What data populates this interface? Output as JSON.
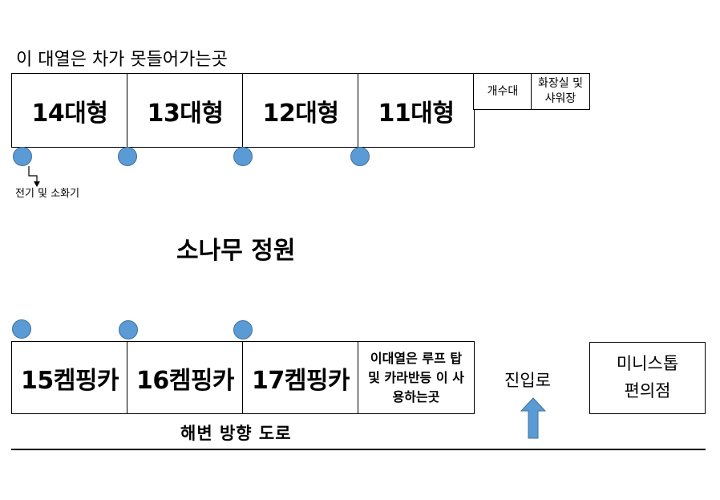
{
  "top_row": {
    "note": "이 대열은 차가 못들어가는곳",
    "sites": [
      "14대형",
      "13대형",
      "12대형",
      "11대형"
    ],
    "facilities": [
      "개수대",
      "화장실 및 샤워장"
    ]
  },
  "electric_label": "전기 및 소화기",
  "garden_label": "소나무 정원",
  "bottom_row": {
    "sites": [
      "15켐핑카",
      "16켐핑카",
      "17켐핑카"
    ],
    "note": "이대열은 루프 탑 및 카라반등 이 사용하는곳"
  },
  "entry_label": "진입로",
  "shop_label": "미니스톱 편의점",
  "road_label": "해변 방향 도로",
  "colors": {
    "marker": "#5b9bd5",
    "arrow": "#5b9bd5"
  }
}
